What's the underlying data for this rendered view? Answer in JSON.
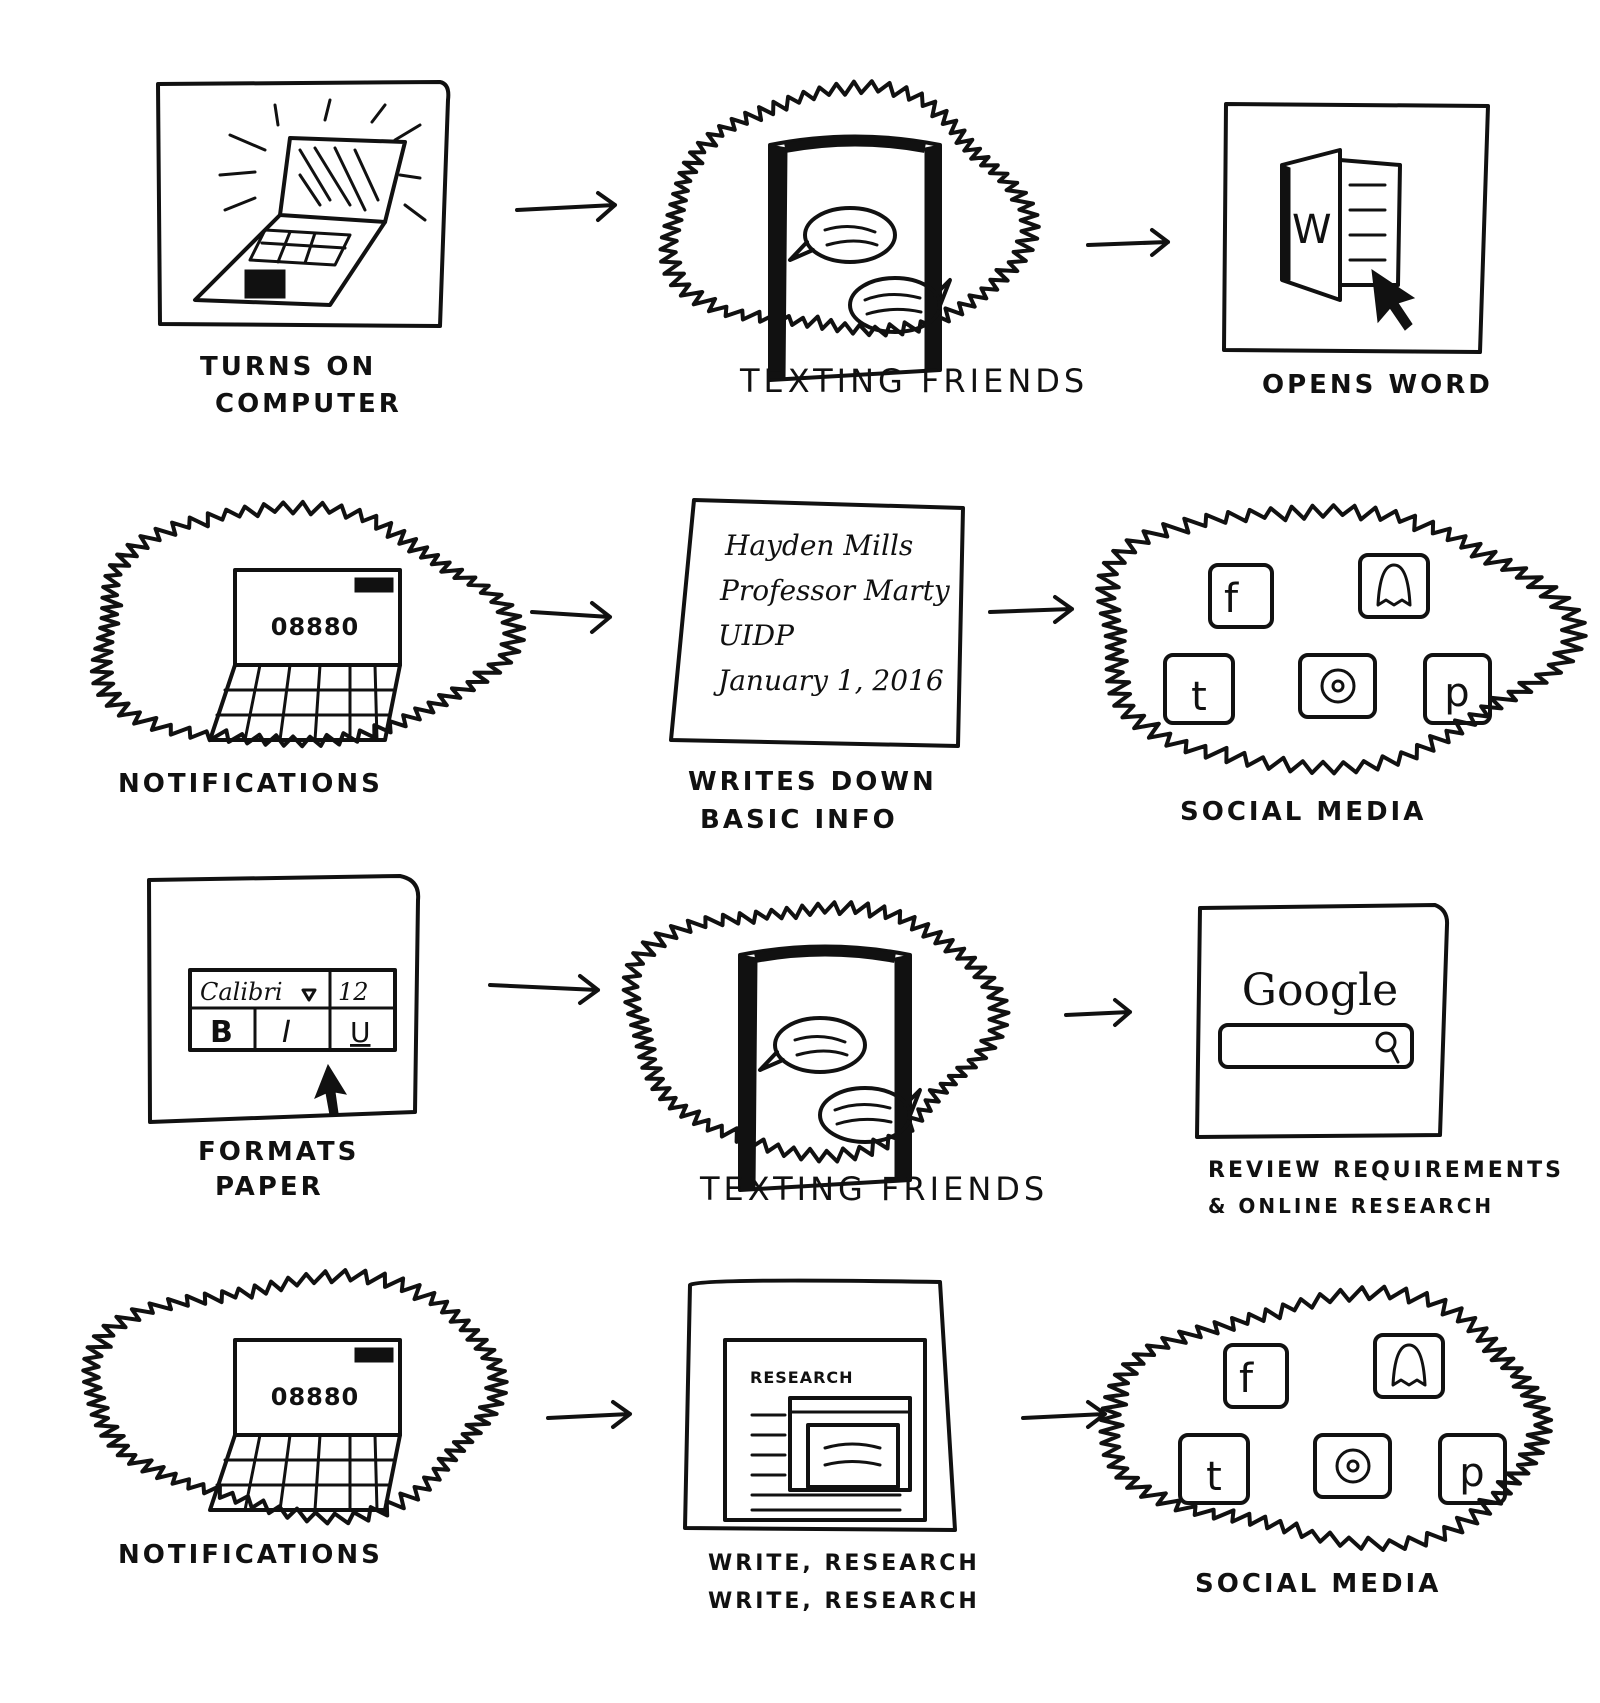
{
  "panels": {
    "p1": {
      "label_line1": "TURNS ON",
      "label_line2": "COMPUTER"
    },
    "p2": {
      "label": "TEXTING FRIENDS"
    },
    "p3": {
      "label": "OPENS WORD",
      "word_letter": "W"
    },
    "p4": {
      "label": "NOTIFICATIONS",
      "screen_text": "08880"
    },
    "p5": {
      "label_line1": "WRITES DOWN",
      "label_line2": "BASIC INFO",
      "doc_lines": [
        "Hayden  Mills",
        "Professor  Marty",
        "UIDP",
        "January 1, 2016"
      ]
    },
    "p6": {
      "label": "SOCIAL MEDIA",
      "icons": [
        "f",
        "t",
        "p"
      ]
    },
    "p7": {
      "label_line1": "FORMATS",
      "label_line2": "PAPER",
      "font_name": "Calibri",
      "font_size": "12",
      "bold": "B",
      "italic": "I",
      "underline": "U"
    },
    "p8": {
      "label": "TEXTING FRIENDS"
    },
    "p9": {
      "label_line1": "REVIEW REQUIREMENTS",
      "label_line2": "& ONLINE RESEARCH",
      "logo": "Google"
    },
    "p10": {
      "label": "NOTIFICATIONS",
      "screen_text": "08880"
    },
    "p11": {
      "label_line1": "WRITE, RESEARCH",
      "label_line2": "WRITE, RESEARCH",
      "window_title": "RESEARCH"
    },
    "p12": {
      "label": "SOCIAL MEDIA",
      "icons": [
        "f",
        "t",
        "p"
      ]
    }
  }
}
